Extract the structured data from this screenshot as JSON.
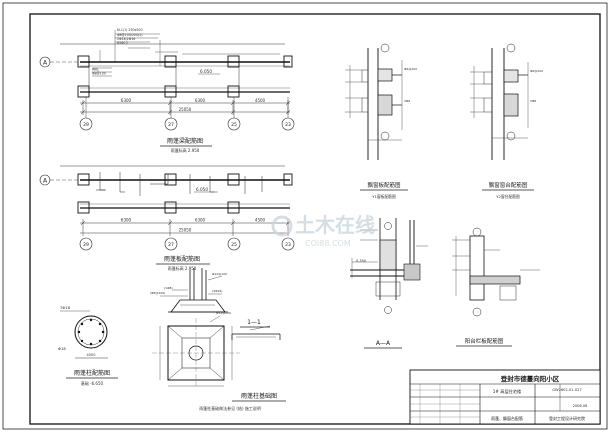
{
  "views": {
    "plan1": {
      "title": "雨蓬梁配筋图",
      "subtitle": "雨蓬标高 2.950",
      "elev": "6.050",
      "total_dim": "25050",
      "dims": [
        "6300",
        "6300",
        "4500"
      ]
    },
    "plan2": {
      "title": "雨蓬板配筋图",
      "subtitle": "雨蓬标高 2.950",
      "elev": "6.050",
      "total_dim": "25050",
      "dims": [
        "6300",
        "6300",
        "4500"
      ]
    },
    "pier_section": {
      "title": "雨蓬柱配筋图",
      "subtitle": "基础 -6.650",
      "bar_top": "7Φ18",
      "bar_bottom": "Φ18",
      "dim": "4000"
    },
    "foundation": {
      "title": "雨蓬柱基础图",
      "note": "雨蓬柱基础做法参见 (结) 施工说明"
    },
    "section11": {
      "title": "1—1"
    },
    "sectionAA": {
      "title": "A—A",
      "elev": "0.350"
    },
    "bay_sill": {
      "title": "飘窗板配筋图",
      "subtitle": "Y1窗板配筋图"
    },
    "bay_platform": {
      "title": "飘窗窗台配筋图",
      "subtitle": "Y2窗台配筋图"
    },
    "balcony": {
      "title": "阳台栏板配筋图"
    }
  },
  "axes": {
    "rows": [
      "A",
      "A"
    ],
    "cols": [
      "29",
      "27",
      "25",
      "23"
    ]
  },
  "title_block": {
    "project": "登封市德蔓向阳小区",
    "building": "1# 高层住宅楼",
    "drawing": "雨蓬、飘窗台配筋",
    "designer": "登封工程设计研究院",
    "drawing_no": "GW2602-01-027",
    "date": "2006.08"
  },
  "watermark": {
    "text": "土木在线",
    "url": "COI88.COM"
  }
}
